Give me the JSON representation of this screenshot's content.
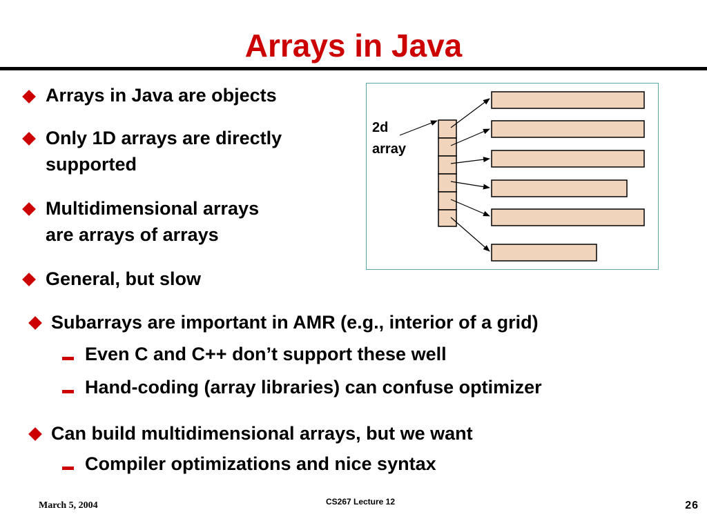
{
  "slide": {
    "title": "Arrays in Java"
  },
  "bullets": [
    {
      "line1": "Arrays in Java are objects"
    },
    {
      "line1": "Only 1D arrays are directly",
      "line2": "supported"
    },
    {
      "line1": "Multidimensional arrays",
      "line2": "are arrays of arrays"
    },
    {
      "line1": "General, but slow"
    },
    {
      "line1": "Subarrays are important in AMR (e.g., interior of a grid)"
    },
    {
      "line1": "Can build multidimensional arrays, but we want"
    }
  ],
  "subbullets": [
    {
      "text": "Even C and C++ don’t support these well"
    },
    {
      "text": "Hand-coding (array libraries) can confuse optimizer"
    },
    {
      "text": "Compiler optimizations and nice syntax"
    }
  ],
  "diagram": {
    "label_line1": "2d",
    "label_line2": "array",
    "cell_fill": "#f0d4bc",
    "border_color": "#5aa6a6"
  },
  "footer": {
    "date": "March 5, 2004",
    "course": "CS267 Lecture 12",
    "page": "26"
  },
  "colors": {
    "title": "#cc0000",
    "bullet_marker": "#cc0000"
  }
}
